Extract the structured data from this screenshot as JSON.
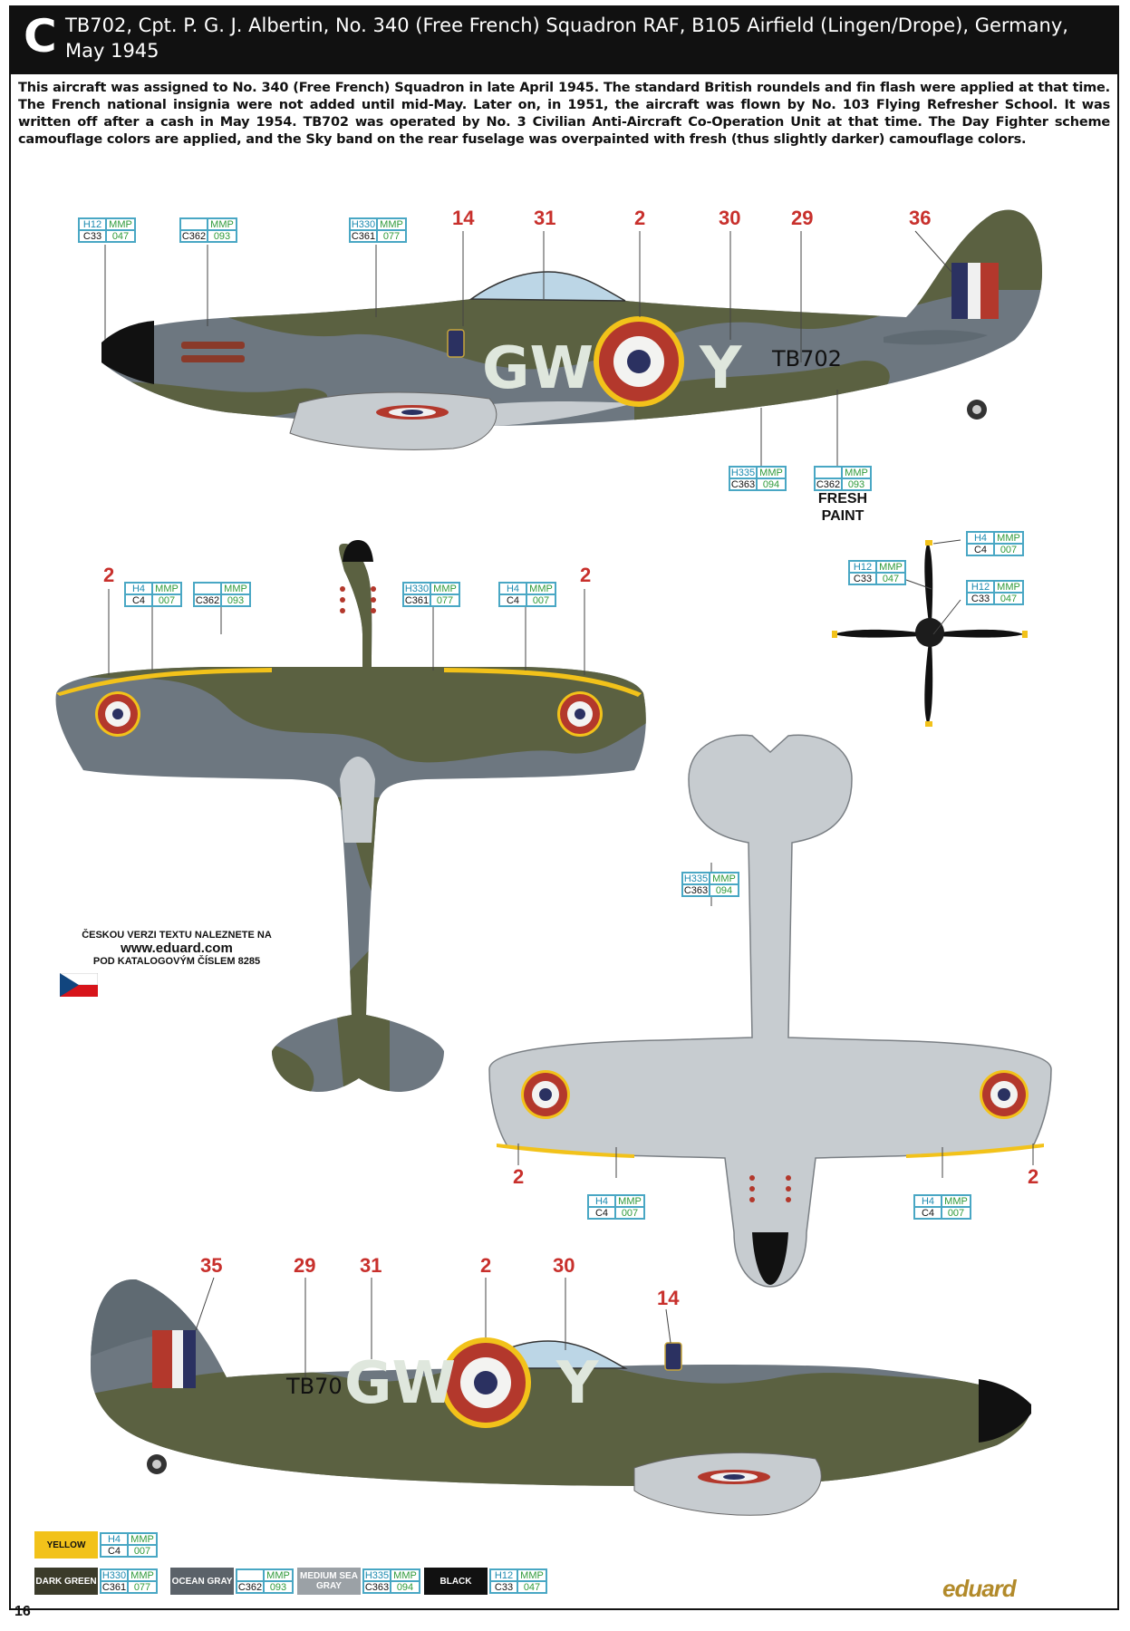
{
  "header": {
    "letter": "C",
    "title": "TB702, Cpt. P. G. J. Albertin, No. 340 (Free French) Squadron RAF, B105 Airfield (Lingen/Drope), Germany, May 1945"
  },
  "description": "This aircraft was assigned to No. 340 (Free French) Squadron in late April 1945. The standard British roundels and fin flash were applied at that time. The French national insignia were not added until mid-May. Later on, in 1951, the aircraft was flown by No. 103 Flying Refresher School. It was written off after a cash in May 1954. TB702 was operated by No. 3 Civilian Anti-Aircraft Co-Operation Unit at that time. The Day Fighter scheme camouflage colors are applied, and the Sky band on the rear fuselage was overpainted with fresh (thus slightly darker) camouflage colors.",
  "markings": {
    "code_letters": "GW",
    "aircraft_letter": "Y",
    "serial_top": "TB702",
    "serial_bottom": "TB70"
  },
  "callouts": {
    "side_top": [
      "14",
      "31",
      "2",
      "30",
      "29",
      "36"
    ],
    "wing_top": [
      "2",
      "2"
    ],
    "wing_bottom": [
      "2",
      "2"
    ],
    "side_bottom": [
      "35",
      "29",
      "31",
      "2",
      "30",
      "14"
    ]
  },
  "codes": {
    "c1": {
      "h": "H12",
      "m": "MMP",
      "c": "C33",
      "n": "047"
    },
    "c2": {
      "h": "",
      "m": "MMP",
      "c": "C362",
      "n": "093"
    },
    "c3": {
      "h": "H330",
      "m": "MMP",
      "c": "C361",
      "n": "077"
    },
    "c4": {
      "h": "H335",
      "m": "MMP",
      "c": "C363",
      "n": "094"
    },
    "c5": {
      "h": "",
      "m": "MMP",
      "c": "C362",
      "n": "093"
    },
    "c6": {
      "h": "H4",
      "m": "MMP",
      "c": "C4",
      "n": "007"
    },
    "c7": {
      "h": "",
      "m": "MMP",
      "c": "C362",
      "n": "093"
    },
    "c8": {
      "h": "H330",
      "m": "MMP",
      "c": "C361",
      "n": "077"
    },
    "c9": {
      "h": "H4",
      "m": "MMP",
      "c": "C4",
      "n": "007"
    },
    "c10": {
      "h": "H4",
      "m": "MMP",
      "c": "C4",
      "n": "007"
    },
    "c11": {
      "h": "H12",
      "m": "MMP",
      "c": "C33",
      "n": "047"
    },
    "c12": {
      "h": "H12",
      "m": "MMP",
      "c": "C33",
      "n": "047"
    },
    "c13": {
      "h": "H335",
      "m": "MMP",
      "c": "C363",
      "n": "094"
    },
    "c14": {
      "h": "H4",
      "m": "MMP",
      "c": "C4",
      "n": "007"
    },
    "c15": {
      "h": "H4",
      "m": "MMP",
      "c": "C4",
      "n": "007"
    }
  },
  "fresh_paint": {
    "line1": "FRESH",
    "line2": "PAINT"
  },
  "czech_note": {
    "line1": "ČESKOU VERZI TEXTU NALEZNETE NA",
    "line2": "www.eduard.com",
    "line3": "POD KATALOGOVÝM ČÍSLEM 8285"
  },
  "legend": [
    {
      "name": "YELLOW",
      "color": "#f2c21a",
      "text_color": "#111111",
      "h": "H4",
      "m": "MMP",
      "c": "C4",
      "n": "007"
    },
    {
      "name": "DARK GREEN",
      "color": "#3b3b2a",
      "text_color": "#ffffff",
      "h": "H330",
      "m": "MMP",
      "c": "C361",
      "n": "077"
    },
    {
      "name": "OCEAN GRAY",
      "color": "#5b6269",
      "text_color": "#ffffff",
      "h": "",
      "m": "MMP",
      "c": "C362",
      "n": "093"
    },
    {
      "name": "MEDIUM SEA GRAY",
      "color": "#9ba1a6",
      "text_color": "#ffffff",
      "h": "H335",
      "m": "MMP",
      "c": "C363",
      "n": "094"
    },
    {
      "name": "BLACK",
      "color": "#111111",
      "text_color": "#ffffff",
      "h": "H12",
      "m": "MMP",
      "c": "C33",
      "n": "047"
    }
  ],
  "page_number": "16",
  "brand": "eduard",
  "colors": {
    "dark_green": "#5b6141",
    "ocean_gray": "#6d7780",
    "sea_gray": "#c7ccd0",
    "roundel_red": "#b3382c",
    "roundel_blue": "#2b3161",
    "yellow": "#f2c21a",
    "code_white": "#dfe7dd",
    "callout_red": "#c8302c"
  }
}
